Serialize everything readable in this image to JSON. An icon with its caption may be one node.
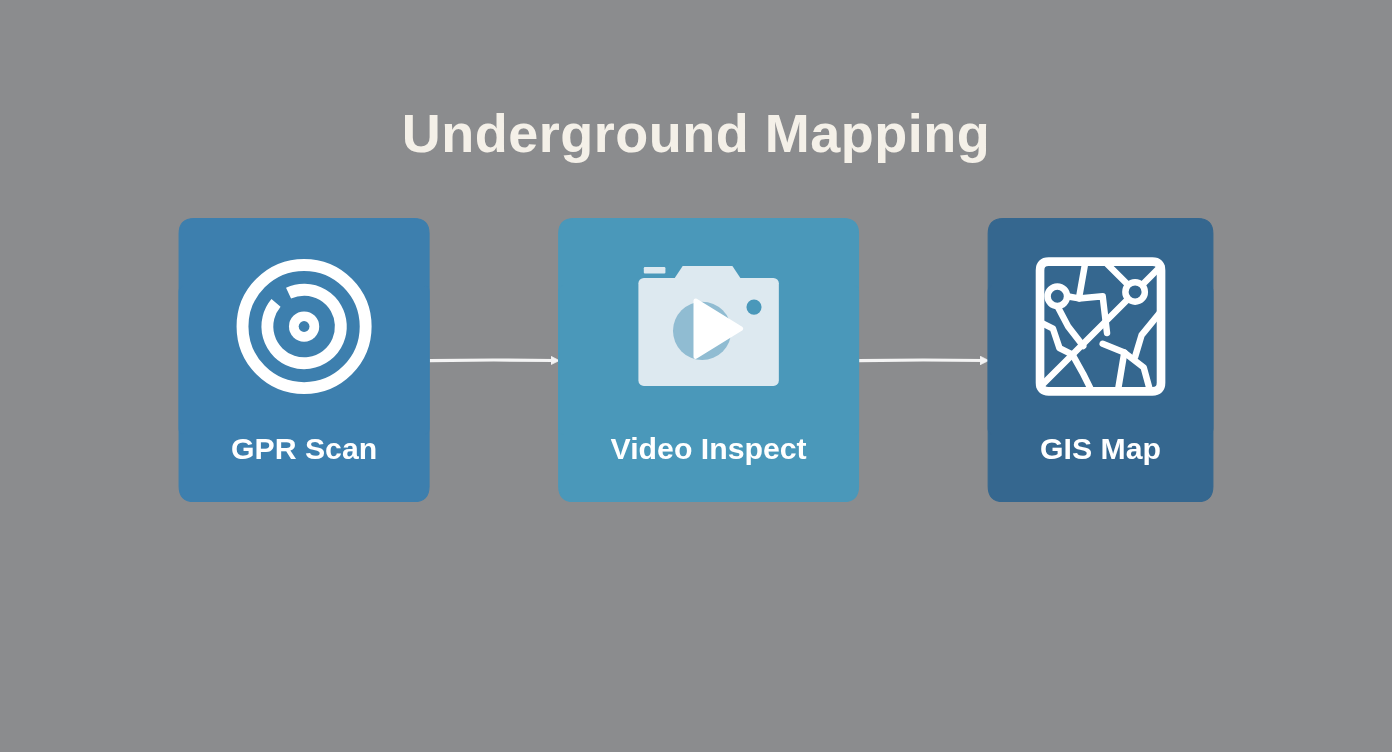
{
  "diagram": {
    "title": "Underground Mapping",
    "nodes": [
      {
        "text": [
          "GPR Scan"
        ]
      },
      {
        "text": [
          "Video Inspect"
        ]
      },
      {
        "text": [
          "GIS Map"
        ]
      }
    ],
    "edges": [
      {
        "from": 0,
        "to": 1,
        "arrow": "to"
      },
      {
        "from": 1,
        "to": 2,
        "arrow": "to"
      }
    ]
  }
}
